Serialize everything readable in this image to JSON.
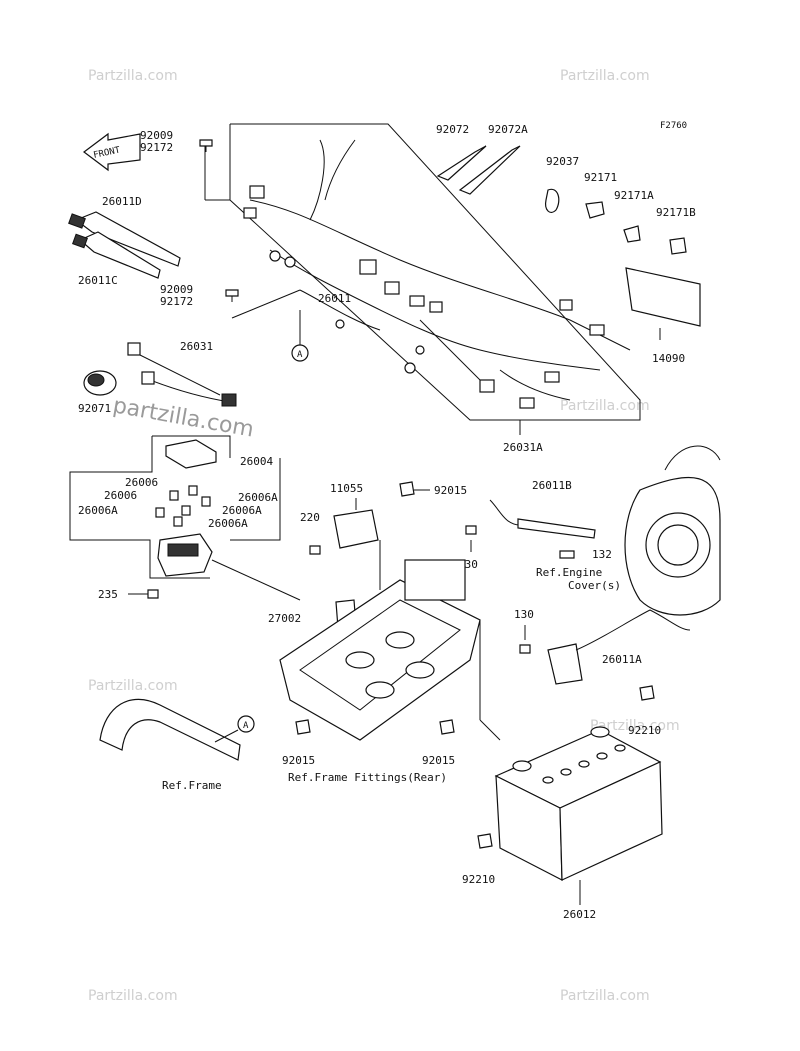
{
  "diagram_code": "F2760",
  "front_label": "FRONT",
  "watermark": "Partzilla.com",
  "watermark_center": "partzilla.com",
  "callout_a": "A",
  "labels": {
    "p92009a": "92009",
    "p92172a": "92172",
    "p26011D": "26011D",
    "p26011C": "26011C",
    "p92009b": "92009",
    "p92172b": "92172",
    "p26011": "26011",
    "p26031": "26031",
    "p92071": "92071",
    "p26004": "26004",
    "p26006a": "26006",
    "p26006b": "26006",
    "p26006A1": "26006A",
    "p26006A2": "26006A",
    "p26006A3": "26006A",
    "p26006A4": "26006A",
    "p235": "235",
    "p92072": "92072",
    "p92072A": "92072A",
    "p92037": "92037",
    "p92171": "92171",
    "p92171A": "92171A",
    "p92171B": "92171B",
    "p14090": "14090",
    "p26031A": "26031A",
    "p11055": "11055",
    "p92015a": "92015",
    "p220": "220",
    "p130a": "130",
    "p26011B": "26011B",
    "p132": "132",
    "ref_engine_cover_1": "Ref.Engine",
    "ref_engine_cover_2": "Cover(s)",
    "p27002": "27002",
    "p130b": "130",
    "p26011A": "26011A",
    "p92210a": "92210",
    "p92015b": "92015",
    "p92015c": "92015",
    "ref_frame_fittings": "Ref.Frame Fittings(Rear)",
    "ref_frame": "Ref.Frame",
    "p92210b": "92210",
    "p26012": "26012"
  }
}
